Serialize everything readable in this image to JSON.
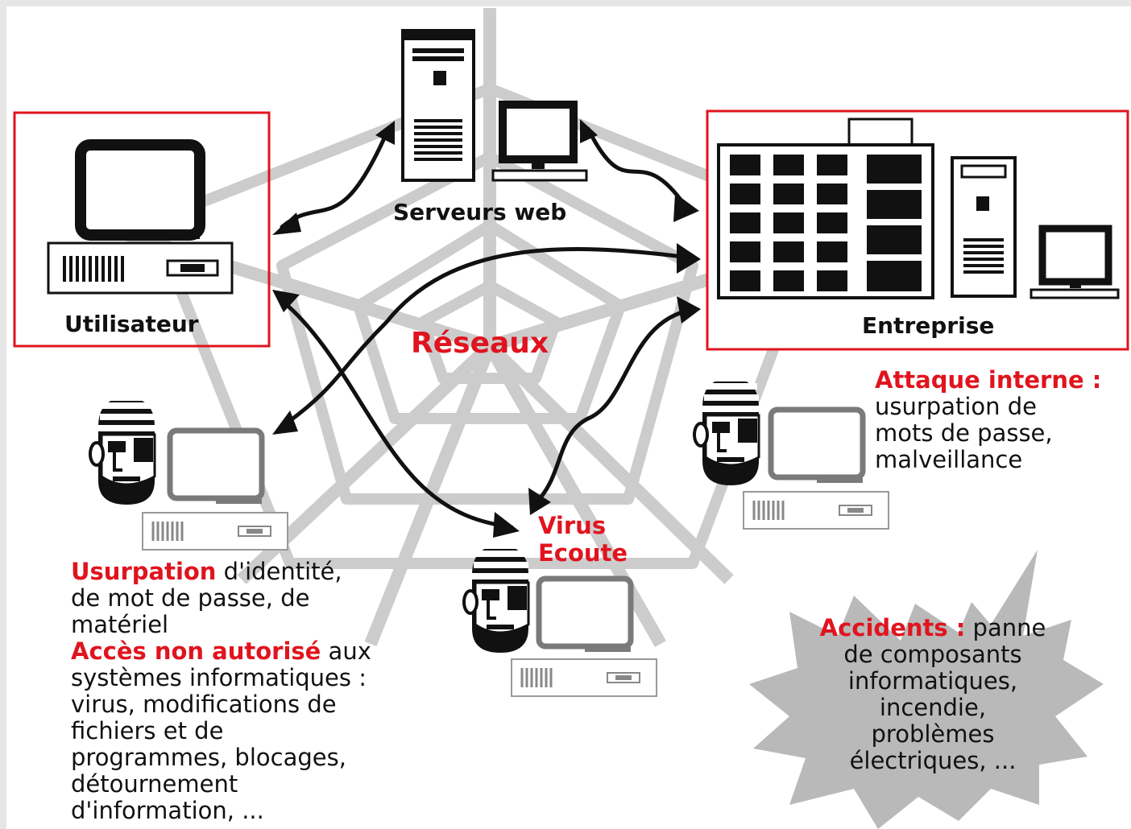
{
  "nodes": {
    "utilisateur": "Utilisateur",
    "serveurs_web": "Serveurs web",
    "entreprise": "Entreprise",
    "reseaux": "Réseaux",
    "virus": "Virus",
    "ecoute": "Ecoute"
  },
  "attaque_interne": {
    "title": "Attaque interne :",
    "lines": [
      "usurpation de",
      "mots de passe,",
      "malveillance"
    ]
  },
  "usurpation": {
    "line1_red": "Usurpation",
    "line1_rest": " d'identité,",
    "line2": "de mot de passe, de",
    "line3": "matériel",
    "line4_red": "Accès non autorisé",
    "line4_rest": " aux",
    "lines": [
      "systèmes informatiques :",
      "virus, modifications de",
      "fichiers et de",
      "programmes, blocages,",
      "détournement",
      "d'information, ..."
    ]
  },
  "accidents": {
    "title": "Accidents :",
    "title_rest": " panne",
    "lines": [
      "de composants",
      "informatiques,",
      "incendie,",
      "problèmes",
      "électriques, ..."
    ]
  },
  "colors": {
    "accent_red": "#e0141e",
    "web_gray": "#cccccc",
    "burst_gray": "#b9b9b9",
    "ink": "#111111"
  },
  "icons": [
    "user-computer-icon",
    "web-server-icon",
    "monitor-icon",
    "office-building-icon",
    "server-tower-icon",
    "pirate-icon",
    "spider-web-icon",
    "starburst-icon"
  ]
}
